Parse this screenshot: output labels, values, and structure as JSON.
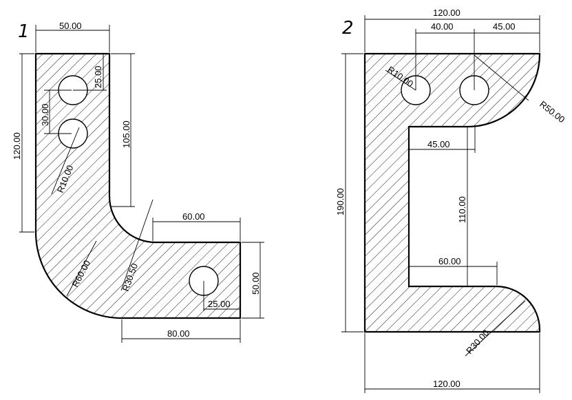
{
  "figures": [
    {
      "number": "1",
      "dimensions": [
        "50.00",
        "25.00",
        "30.00",
        "120.00",
        "105.00",
        "R10.00",
        "R60.00",
        "R30.50",
        "60.00",
        "50.00",
        "25.00",
        "80.00"
      ]
    },
    {
      "number": "2",
      "dimensions": [
        "120.00",
        "40.00",
        "45.00",
        "R10.00",
        "R50.00",
        "190.00",
        "45.00",
        "110.00",
        "60.00",
        "R30.00",
        "120.00"
      ]
    }
  ],
  "colors": {
    "line": "#000000",
    "background": "#ffffff"
  }
}
